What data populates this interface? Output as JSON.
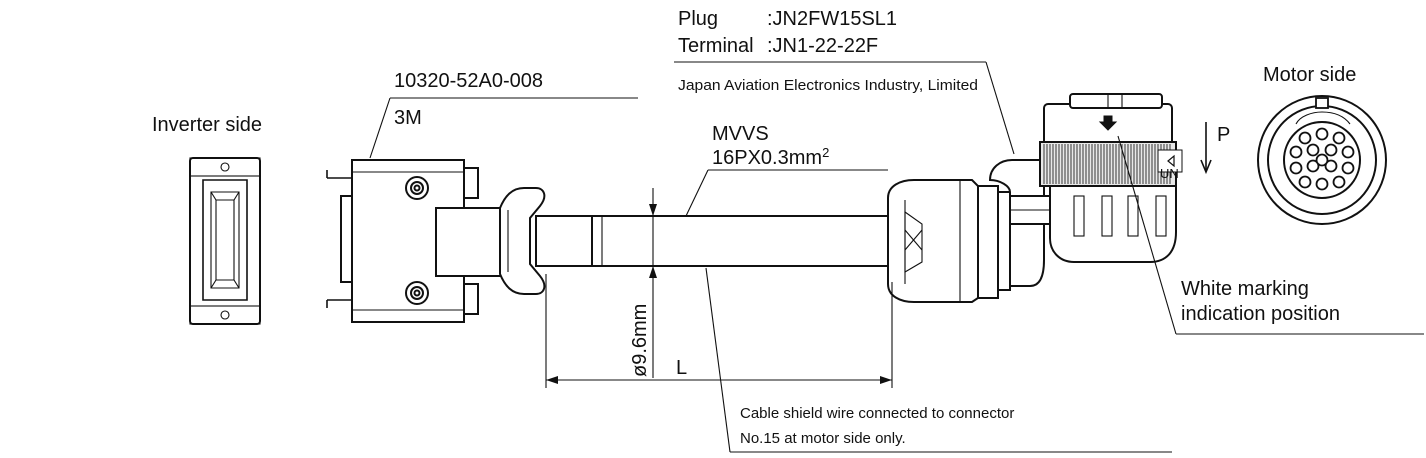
{
  "labels": {
    "inverter_side": "Inverter side",
    "motor_side": "Motor side",
    "inverter_connector_part": "10320-52A0-008",
    "inverter_connector_maker": "3M",
    "cable_type": "MVVS",
    "cable_spec_prefix": "16PX0.3mm",
    "cable_spec_superscript": "2",
    "plug_label": "Plug",
    "plug_part": ":JN2FW15SL1",
    "terminal_label": "Terminal",
    "terminal_part": ":JN1-22-22F",
    "manufacturer": "Japan Aviation Electronics Industry, Limited",
    "diameter": "ø9.6mm",
    "length": "L",
    "direction_p": "P",
    "white_marking_line1": "White marking",
    "white_marking_line2": "indication position",
    "shield_note_line1": "Cable shield wire connected to connector",
    "shield_note_line2": "No.15 at motor side only.",
    "plug_side_mark": "UN"
  }
}
